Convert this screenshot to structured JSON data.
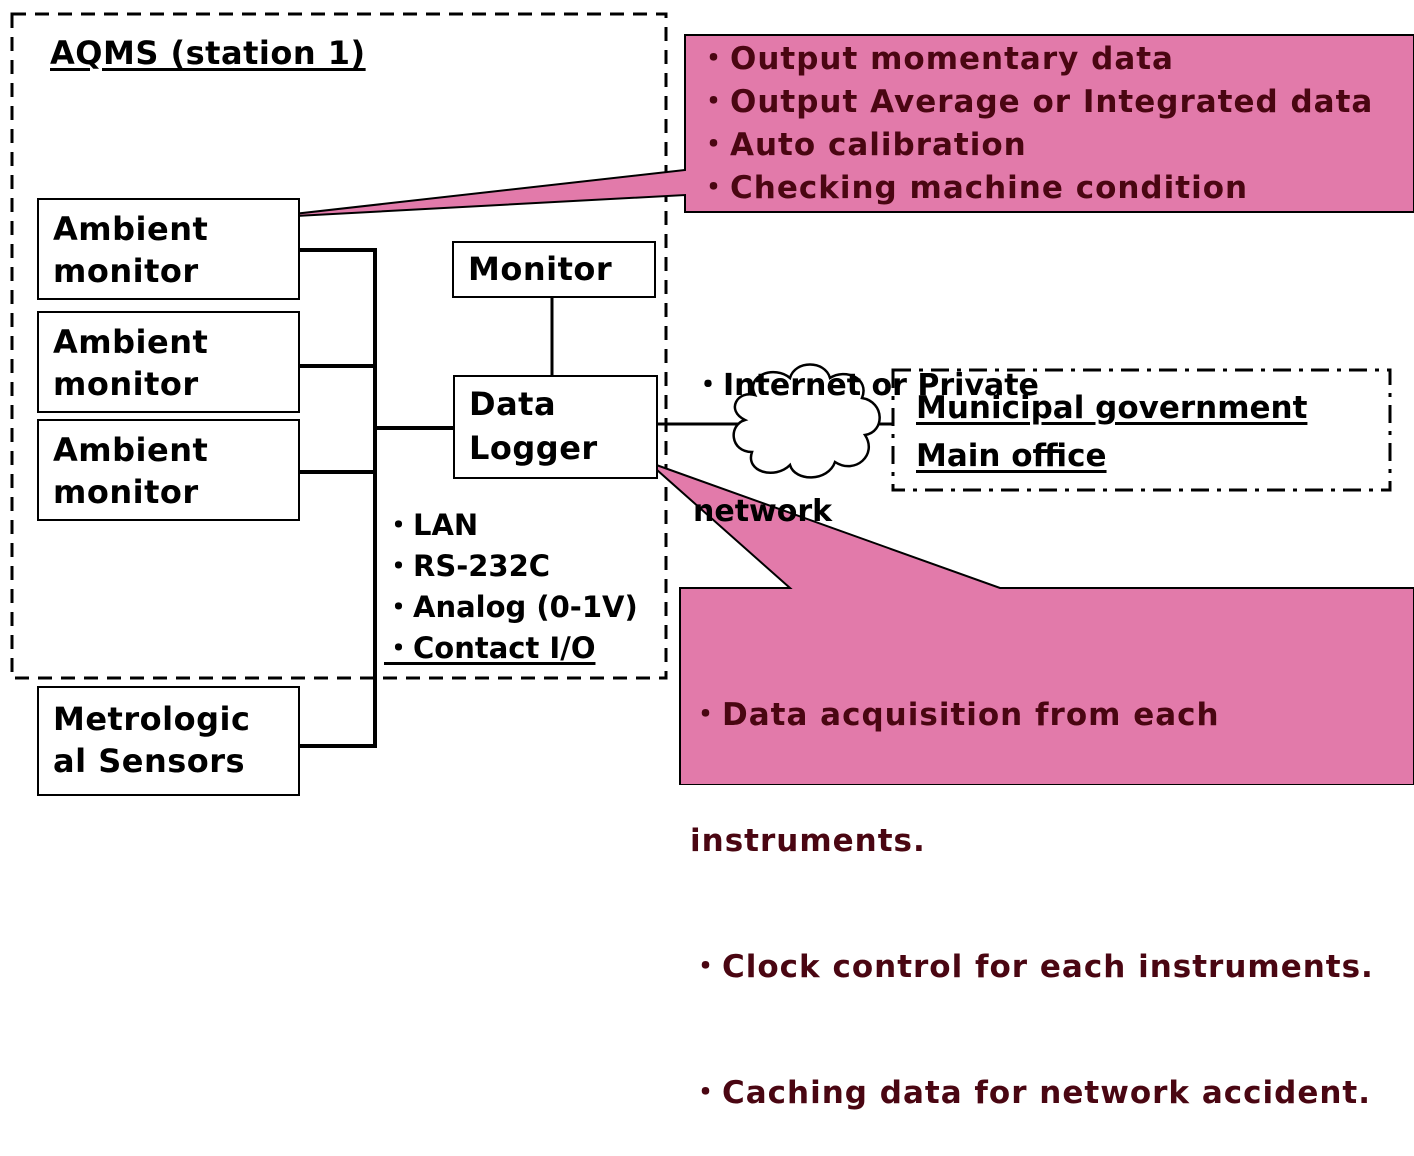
{
  "station": {
    "title": "AQMS (station 1)"
  },
  "monitors": [
    {
      "line1": "Ambient",
      "line2": "monitor"
    },
    {
      "line1": "Ambient",
      "line2": "monitor"
    },
    {
      "line1": "Ambient",
      "line2": "monitor"
    }
  ],
  "sensors": {
    "line1": "Metrologic",
    "line2": "al Sensors"
  },
  "monitor_box": {
    "label": "Monitor"
  },
  "data_logger": {
    "line1": "Data",
    "line2": "Logger"
  },
  "interfaces": [
    "・LAN",
    "・RS-232C",
    "・Analog (0-1V)",
    "・Contact I/O"
  ],
  "network": {
    "line1": "・Internet  or  Private",
    "line2": "network"
  },
  "office": {
    "line1": "Municipal government",
    "line2": "Main office"
  },
  "monitor_callout": [
    "・Output momentary data",
    "・Output Average or Integrated data",
    "・Auto calibration",
    "・Checking machine condition"
  ],
  "logger_callout": [
    "・Data acquisition from each",
    "  instruments.",
    "・Clock control for each instruments.",
    "・Caching data for network accident."
  ],
  "colors": {
    "callout_fill": "#e27aaa",
    "line": "#000000"
  }
}
